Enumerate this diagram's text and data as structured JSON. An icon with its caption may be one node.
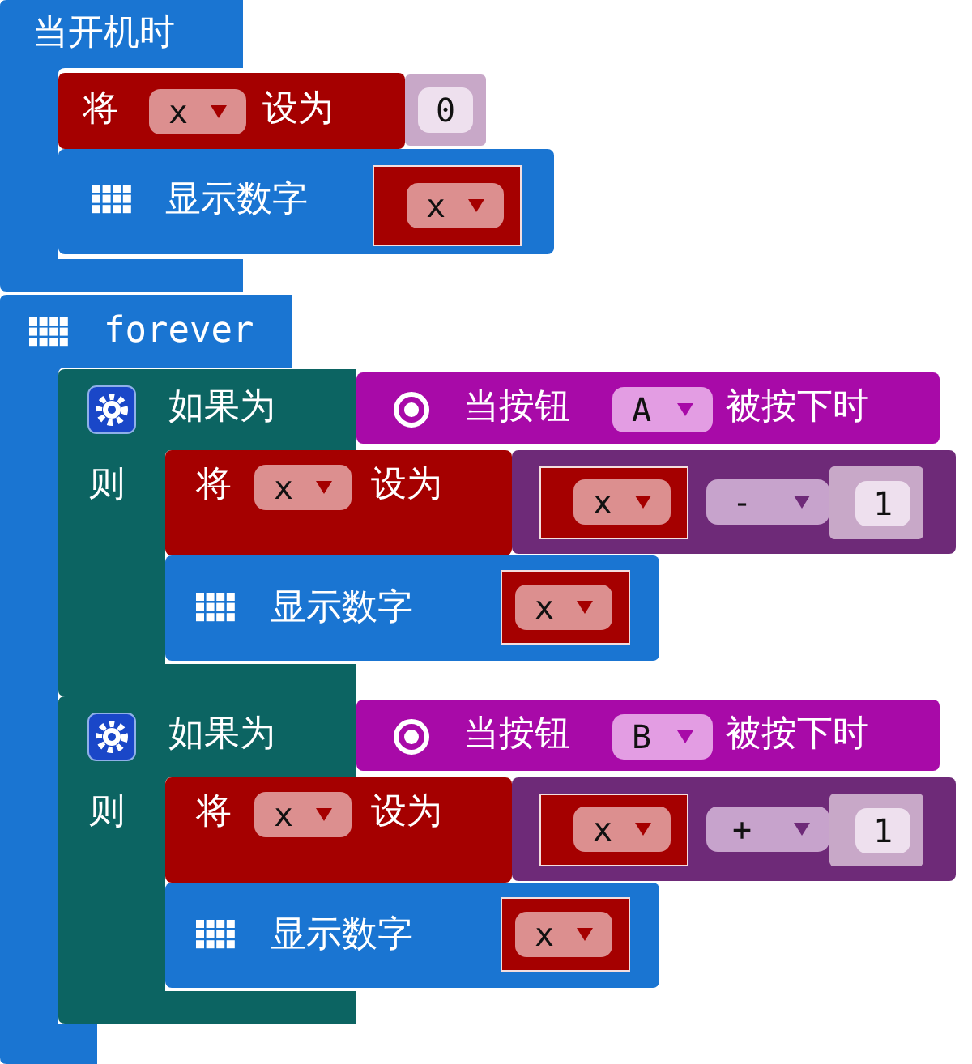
{
  "diagram": {
    "nodes": [
      {
        "text": [
          "当开机时"
        ]
      },
      {
        "text": [
          "将",
          "设为"
        ]
      },
      {
        "text": [
          "x"
        ],
        "in": 1
      },
      {
        "text": [
          "0"
        ]
      },
      {
        "text": [
          "显示数字"
        ]
      },
      {
        "text": [
          "x"
        ],
        "in": 4
      },
      {
        "text": [
          "forever"
        ]
      },
      {
        "text": [
          "如果为",
          "则"
        ]
      },
      {
        "text": [
          "当按钮",
          "被按下时"
        ]
      },
      {
        "text": [
          "A"
        ],
        "in": 8
      },
      {
        "text": [
          "将",
          "设为"
        ]
      },
      {
        "text": [
          "x"
        ],
        "in": 10
      },
      {
        "text": [],
        "shape": "box"
      },
      {
        "text": [
          "x"
        ],
        "in": 12
      },
      {
        "text": [
          "-"
        ],
        "in": 12
      },
      {
        "text": [
          "1"
        ],
        "in": 12
      },
      {
        "text": [
          "显示数字"
        ]
      },
      {
        "text": [
          "x"
        ],
        "in": 16
      },
      {
        "text": [
          "如果为",
          "则"
        ]
      },
      {
        "text": [
          "当按钮",
          "被按下时"
        ]
      },
      {
        "text": [
          "B"
        ],
        "in": 19
      },
      {
        "text": [
          "将",
          "设为"
        ]
      },
      {
        "text": [
          "x"
        ],
        "in": 21
      },
      {
        "text": [],
        "shape": "box"
      },
      {
        "text": [
          "x"
        ],
        "in": 23
      },
      {
        "text": [
          "+"
        ],
        "in": 23
      },
      {
        "text": [
          "1"
        ],
        "in": 23
      },
      {
        "text": [
          "显示数字"
        ]
      },
      {
        "text": [
          "x"
        ],
        "in": 27
      }
    ]
  }
}
